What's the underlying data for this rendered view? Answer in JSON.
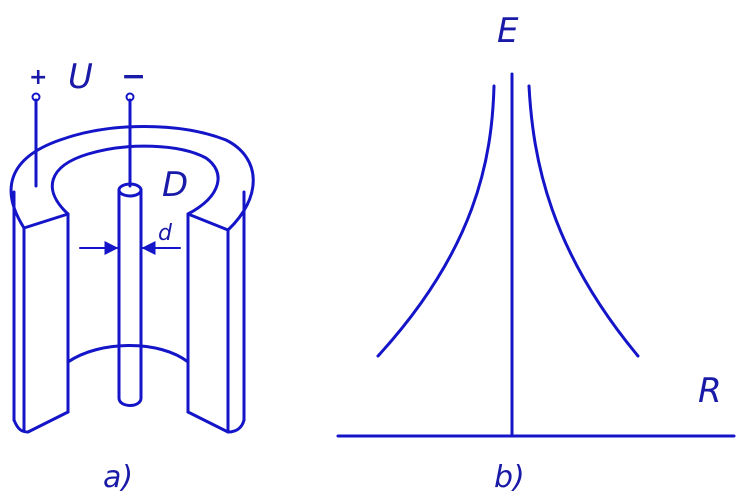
{
  "diagram": {
    "part_a": {
      "caption": "a)",
      "voltage_label": "U",
      "plus_sign": "+",
      "minus_sign": "−",
      "outer_diameter_label": "D",
      "inner_diameter_label": "d"
    },
    "part_b": {
      "caption": "b)",
      "y_axis_label": "E",
      "x_axis_label": "R"
    }
  },
  "colors": {
    "line": "#1414c8",
    "text": "#1a1aa8"
  }
}
